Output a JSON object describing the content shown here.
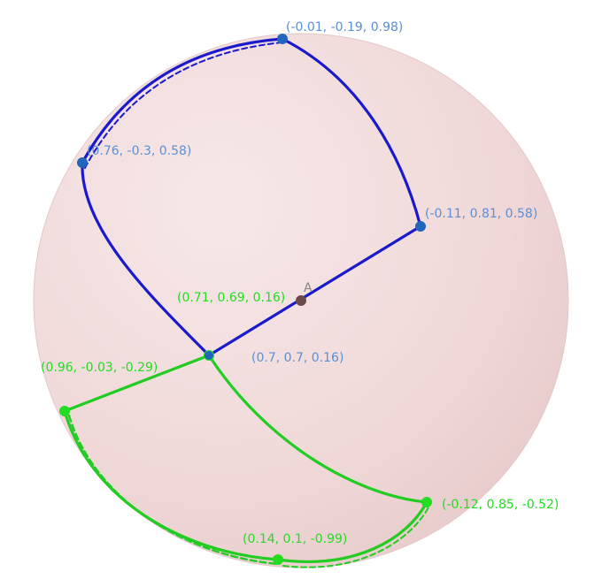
{
  "scene": {
    "colors": {
      "sphere_fill": "#f3dede",
      "sphere_edge": "#e6caca",
      "blue_curve": "#1a1acc",
      "blue_point": "#2266bb",
      "blue_label": "#5b8fd6",
      "green_curve": "#22cc22",
      "green_point": "#22dd22",
      "green_label": "#22dd22",
      "center_point": "#6b4a4a",
      "center_label": "#888888"
    },
    "center_point": {
      "name": "A"
    },
    "blue_points": [
      {
        "id": "b1",
        "label": "(-0.01, -0.19, 0.98)"
      },
      {
        "id": "b2",
        "label": "(0.76, -0.3, 0.58)"
      },
      {
        "id": "b3",
        "label": "(-0.11, 0.81, 0.58)"
      },
      {
        "id": "b4",
        "label": "(0.7, 0.7, 0.16)"
      }
    ],
    "green_points": [
      {
        "id": "g0",
        "label": "(0.71, 0.69, 0.16)"
      },
      {
        "id": "g1",
        "label": "(0.96, -0.03, -0.29)"
      },
      {
        "id": "g2",
        "label": "(-0.12, 0.85, -0.52)"
      },
      {
        "id": "g3",
        "label": "(0.14, 0.1, -0.99)"
      }
    ]
  }
}
